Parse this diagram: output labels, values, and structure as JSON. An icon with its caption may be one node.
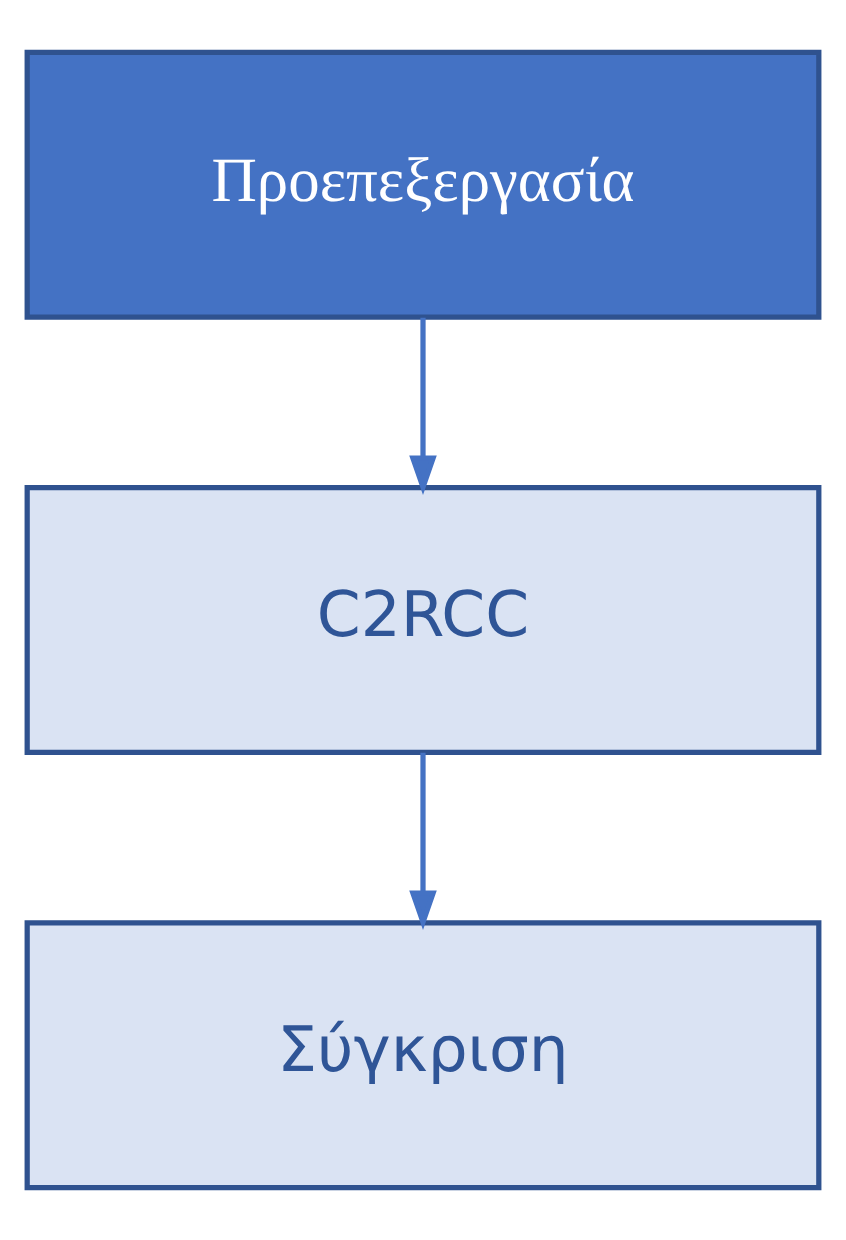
{
  "diagram": {
    "nodes": [
      {
        "text": [
          "Προεπεξεργασία"
        ]
      },
      {
        "text": [
          "C2RCC"
        ]
      },
      {
        "text": [
          "Σύγκριση"
        ]
      }
    ],
    "edges": [
      {
        "from": 0,
        "to": 1,
        "arrow": "to"
      },
      {
        "from": 1,
        "to": 2,
        "arrow": "to"
      }
    ]
  }
}
